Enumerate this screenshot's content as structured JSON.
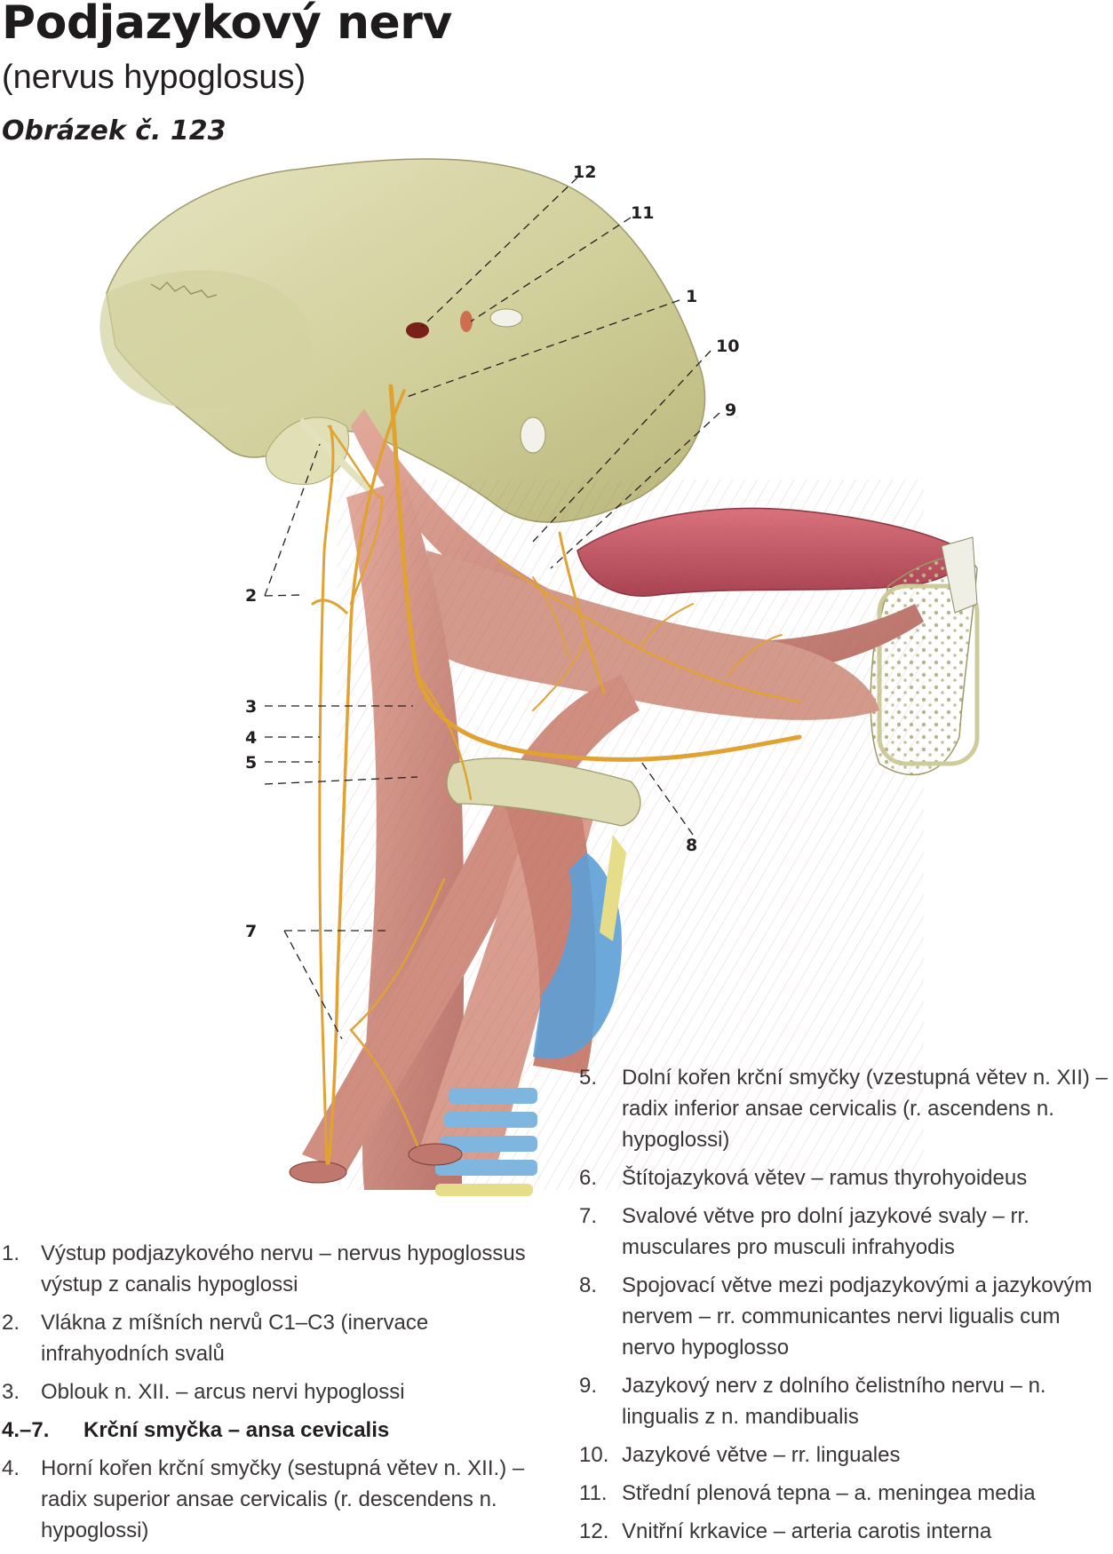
{
  "header": {
    "title": "Podjazykový nerv",
    "subtitle": "(nervus hypoglosus)",
    "figure_label": "Obrázek č. 123"
  },
  "callouts": [
    "12",
    "11",
    "1",
    "10",
    "9",
    "2",
    "3",
    "4",
    "5",
    "7",
    "8"
  ],
  "legend": {
    "left": [
      {
        "num": "1.",
        "text": "Výstup podjazykového nervu – nervus hypoglossus výstup z canalis hypoglossi",
        "bold": false
      },
      {
        "num": "2.",
        "text": "Vlákna z míšních nervů C1–C3 (inervace infrahyodních svalů",
        "bold": false
      },
      {
        "num": "3.",
        "text": "Oblouk n. XII. – arcus nervi hypoglossi",
        "bold": false
      },
      {
        "num": "4.–7.",
        "text": "Krční smyčka – ansa cevicalis",
        "bold": true
      },
      {
        "num": "4.",
        "text": "Horní kořen krční smyčky (sestupná větev n. XII.) – radix superior ansae cervicalis (r. descendens n. hypoglossi)",
        "bold": false
      }
    ],
    "right": [
      {
        "num": "5.",
        "text": "Dolní kořen krční smyčky (vzestupná větev n. XII) – radix inferior ansae cervicalis (r. ascendens n. hypoglossi)"
      },
      {
        "num": "6.",
        "text": "Štítojazyková větev – ramus thyrohyoideus"
      },
      {
        "num": "7.",
        "text": "Svalové větve pro dolní jazykové svaly – rr. musculares pro musculi infrahyodis"
      },
      {
        "num": "8.",
        "text": "Spojovací větve mezi podjazykovými a jazykovým nervem – rr. communicantes nervi ligualis cum nervo hypoglosso"
      },
      {
        "num": "9.",
        "text": "Jazykový nerv z dolního čelistního nervu – n. lingualis z n. mandibualis"
      },
      {
        "num": "10.",
        "text": "Jazykové větve – rr. linguales"
      },
      {
        "num": "11.",
        "text": "Střední plenová tepna – a. meningea media"
      },
      {
        "num": "12.",
        "text": "Vnitřní krkavice – arteria carotis interna"
      }
    ]
  },
  "colors": {
    "bone": "#d7d6a4",
    "muscle": "#c9867a",
    "nerve": "#e0a233",
    "tongue": "#c5525f",
    "cartilage_blue": "#5d9fd6"
  }
}
